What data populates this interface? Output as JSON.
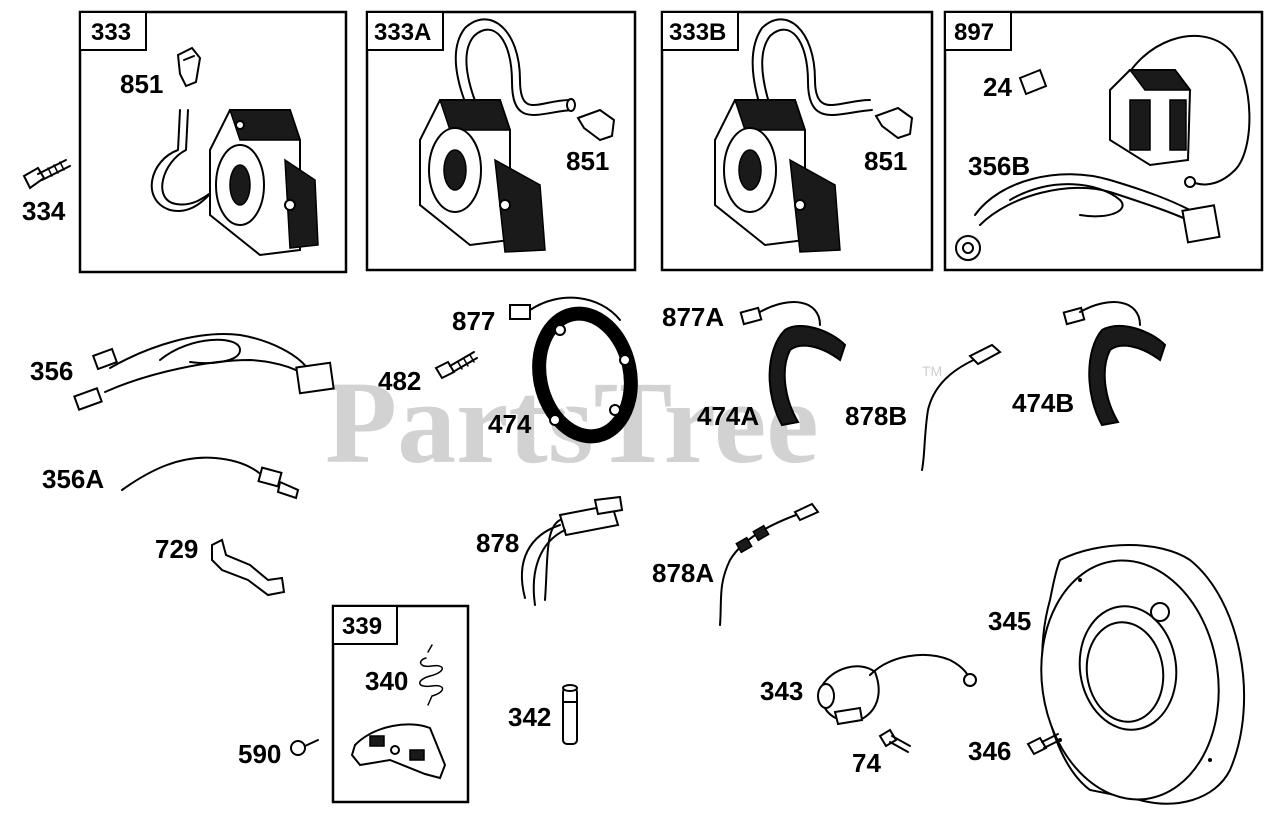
{
  "watermark": {
    "text": "PartsTree",
    "tm": "TM"
  },
  "boxes": {
    "b333": "333",
    "b333A": "333A",
    "b333B": "333B",
    "b897": "897",
    "b339": "339"
  },
  "parts": {
    "p851a": "851",
    "p334": "334",
    "p851b": "851",
    "p851c": "851",
    "p24": "24",
    "p356B": "356B",
    "p877": "877",
    "p877A": "877A",
    "p356": "356",
    "p482": "482",
    "p474": "474",
    "p474A": "474A",
    "p878B": "878B",
    "p474B": "474B",
    "p356A": "356A",
    "p729": "729",
    "p878": "878",
    "p878A": "878A",
    "p345": "345",
    "p340": "340",
    "p342": "342",
    "p343": "343",
    "p590": "590",
    "p74": "74",
    "p346": "346"
  }
}
